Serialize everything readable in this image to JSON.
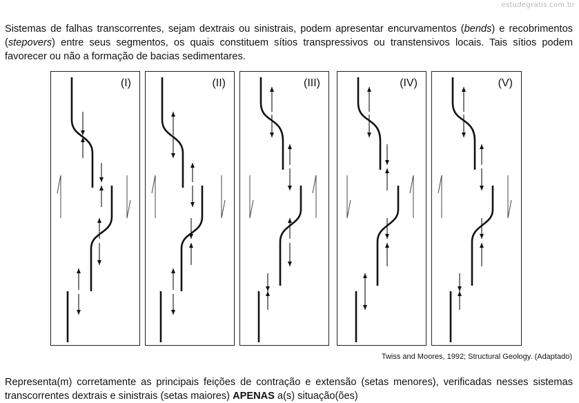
{
  "watermark": "estudegratis.com.br",
  "intro": {
    "p1": "Sistemas de falhas transcorrentes, sejam dextrais ou sinistrais, podem apresentar encurvamentos (",
    "bends": "bends",
    "p2": ") e recobrimentos (",
    "stepovers": "stepovers",
    "p3": ") entre seus segmentos, os quais constituem sítios transpressivos ou transtensivos locais. Tais sítios podem favorecer ou não a formação de bacias sedimentares."
  },
  "panels": [
    {
      "label": "(I)",
      "left_arrow": "up",
      "right_arrow": "down",
      "arrows": [
        "down",
        "up",
        "down",
        "up",
        "up",
        "down",
        "up",
        "down"
      ]
    },
    {
      "label": "(II)",
      "left_arrow": "up",
      "right_arrow": "down",
      "arrows": [
        "up",
        "down",
        "up",
        "down",
        "down",
        "up",
        "up",
        "down"
      ]
    },
    {
      "label": "(III)",
      "left_arrow": "down",
      "right_arrow": "up",
      "arrows": [
        "up",
        "down",
        "up",
        "down",
        "up",
        "down",
        "down",
        "up"
      ]
    },
    {
      "label": "(IV)",
      "left_arrow": "down",
      "right_arrow": "up",
      "arrows": [
        "up",
        "down",
        "down",
        "up",
        "down",
        "up",
        "up",
        "down"
      ]
    },
    {
      "label": "(V)",
      "left_arrow": "up",
      "right_arrow": "down",
      "arrows": [
        "up",
        "down",
        "up",
        "down",
        "down",
        "up",
        "down",
        "up"
      ]
    }
  ],
  "caption": "Twiss and Moores, 1992; Structural Geology. (Adaptado)",
  "question": {
    "p1": "Representa(m) corretamente as principais feições de contração e extensão (setas menores), verificadas nesses sistemas transcorrentes dextrais e sinistrais (setas maiores) ",
    "apenas": "APENAS",
    "p2": " a(s) situação(ões)"
  }
}
